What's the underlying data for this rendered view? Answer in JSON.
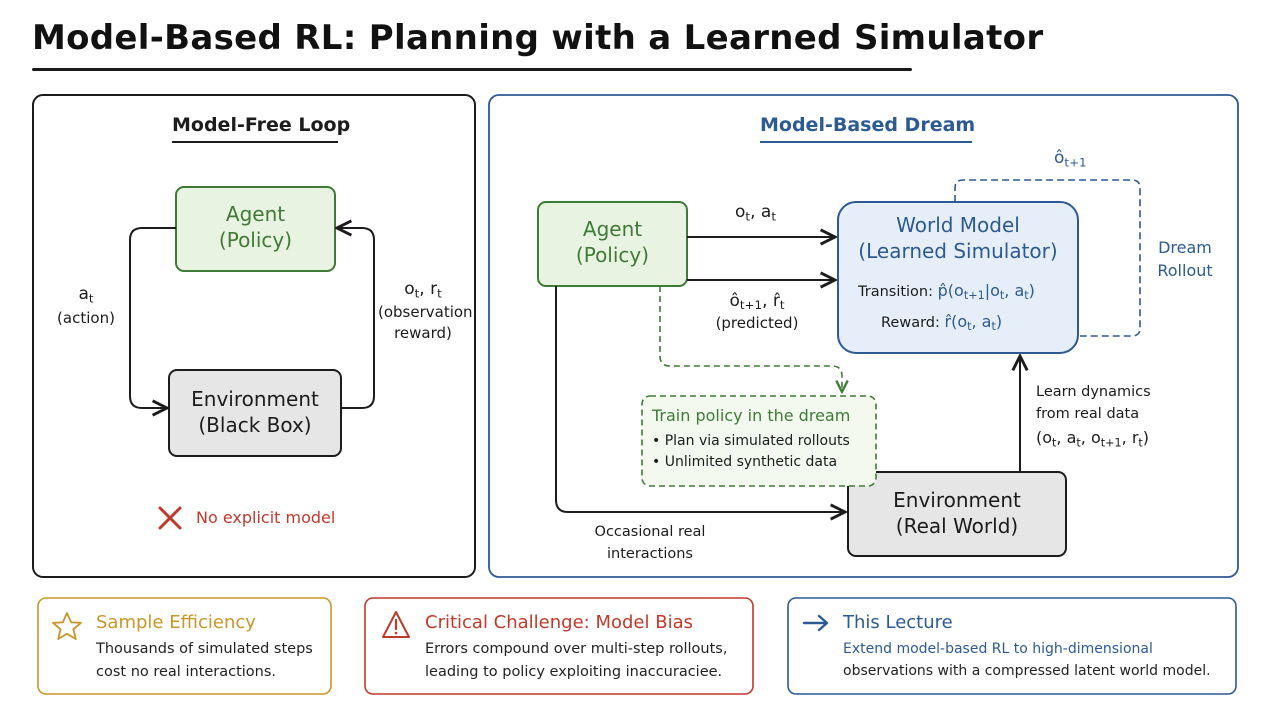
{
  "title": "Model-Based RL: Planning with a Learned Simulator",
  "left_panel": {
    "heading": "Model-Free Loop",
    "agent": {
      "line1": "Agent",
      "line2": "(Policy)"
    },
    "environment": {
      "line1": "Environment",
      "line2": "(Black Box)"
    },
    "action_label": {
      "symbol": "a",
      "sub": "t",
      "text": "(action)"
    },
    "obs_label": {
      "symbol1": "o",
      "sub1": "t",
      "sep": ", ",
      "symbol2": "r",
      "sub2": "t",
      "text1": "(observation,",
      "text2": "reward)"
    },
    "no_model": "No explicit model"
  },
  "right_panel": {
    "heading": "Model-Based Dream",
    "agent": {
      "line1": "Agent",
      "line2": "(Policy)"
    },
    "world_model": {
      "line1": "World Model",
      "line2": "(Learned Simulator)",
      "transition_label": "Transition:",
      "transition_formula": "p̂(o",
      "transition_sub": "t+1",
      "transition_rest": "|o",
      "transition_sub2": "t",
      "transition_rest2": ", a",
      "transition_sub3": "t",
      "transition_end": ")",
      "reward_label": "Reward:",
      "reward_formula": "r̂(o",
      "reward_sub": "t",
      "reward_rest": ", a",
      "reward_sub2": "t",
      "reward_end": ")"
    },
    "environment": {
      "line1": "Environment",
      "line2": "(Real World)"
    },
    "arrow_top": {
      "a": "o",
      "a_sub": "t",
      "sep": ", a",
      "b_sub": "t"
    },
    "arrow_pred": {
      "a": "ô",
      "a_sub": "t+1",
      "sep": ", r̂",
      "b_sub": "t",
      "text": "(predicted)"
    },
    "dream_obs": {
      "symbol": "ô",
      "sub": "t+1"
    },
    "dream_rollout": {
      "line1": "Dream",
      "line2": "Rollout"
    },
    "train_box": {
      "title": "Train policy in the dream",
      "bullet1": "• Plan via simulated rollouts",
      "bullet2": "• Unlimited synthetic data"
    },
    "learn_label": {
      "line1": "Learn dynamics",
      "line2": "from real data",
      "tuple_open": "(o",
      "s1": "t",
      "t2": ", a",
      "s2": "t",
      "t3": ", o",
      "s3": "t+1",
      "t4": ", r",
      "s4": "t",
      "tuple_close": ")"
    },
    "occasional": {
      "line1": "Occasional real",
      "line2": "interactions"
    }
  },
  "cards": [
    {
      "title": "Sample Efficiency",
      "body1": "Thousands of simulated steps",
      "body2": "cost no real interactions.",
      "icon": "star-icon",
      "color": "#c9962a"
    },
    {
      "title": "Critical Challenge: Model Bias",
      "body1": "Errors compound over multi-step rollouts,",
      "body2": "leading to policy exploiting inaccuraciee.",
      "icon": "warning-icon",
      "color": "#c0392b"
    },
    {
      "title": "This Lecture",
      "body1": "Extend model-based RL to high-dimensional",
      "body2": "observations with a compressed latent world model.",
      "icon": "arrow-right-icon",
      "color": "#2c5a93"
    }
  ],
  "colors": {
    "green": "#3f7a36",
    "green_fill": "#e9f3e1",
    "blue": "#2c5a93",
    "blue_fill": "#e6eef9",
    "gray_fill": "#e6e6e6",
    "red": "#c0392b",
    "gold": "#c9962a"
  }
}
